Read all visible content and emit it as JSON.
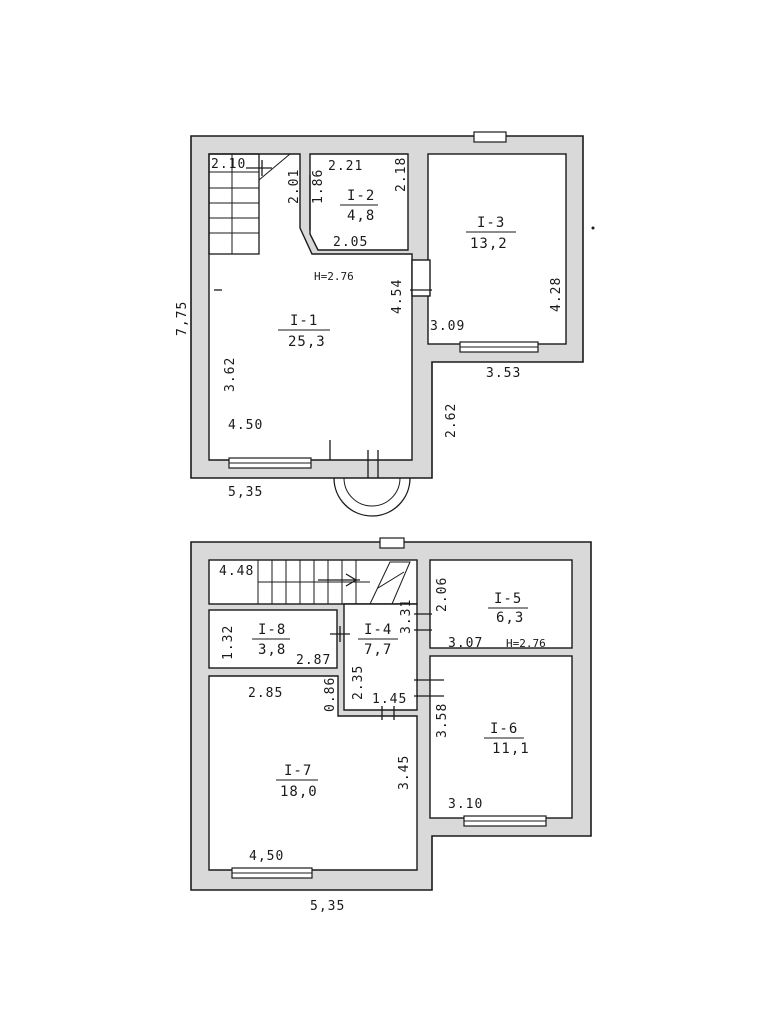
{
  "floor1": {
    "height_label": "H=2.76",
    "rooms": [
      {
        "id": "I-1",
        "area": "25,3"
      },
      {
        "id": "I-2",
        "area": "4,8"
      },
      {
        "id": "I-3",
        "area": "13,2"
      }
    ],
    "dims": {
      "stair_width": "2.10",
      "r2_top": "2.21",
      "r2_right": "2.18",
      "r2_left_a": "2.01",
      "r2_left_b": "1.86",
      "r2_bottom": "2.05",
      "r1_right": "4.54",
      "r3_bottom": "3.09",
      "r3_right": "4.28",
      "r1_left": "3.62",
      "r1_bottom": "4.50",
      "outer_right": "2.62",
      "outer_bottom_right": "3.53",
      "outer_width": "5,35",
      "outer_height": "7,75"
    }
  },
  "floor2": {
    "height_label": "H=2.76",
    "rooms": [
      {
        "id": "I-4",
        "area": "7,7"
      },
      {
        "id": "I-5",
        "area": "6,3"
      },
      {
        "id": "I-6",
        "area": "11,1"
      },
      {
        "id": "I-7",
        "area": "18,0"
      },
      {
        "id": "I-8",
        "area": "3,8"
      }
    ],
    "dims": {
      "stair_width": "4.48",
      "r8_left": "1.32",
      "r8_bottom": "2.87",
      "r4_right": "3.31",
      "r4_left": "2.35",
      "r4_bottom": "1.45",
      "r5_left": "2.06",
      "r5_bottom": "3.07",
      "r7_top": "2.85",
      "r7_small": "0.86",
      "r6_left": "3.58",
      "r7_right": "3.45",
      "r6_bottom": "3.10",
      "r7_bottom": "4,50",
      "outer_width": "5,35"
    }
  }
}
